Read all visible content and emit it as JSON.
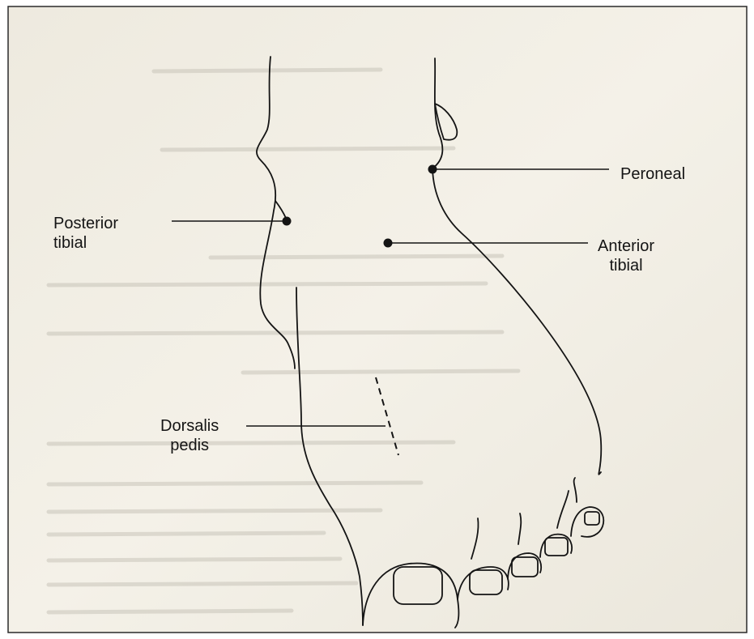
{
  "figure": {
    "background": "#f3f0e6",
    "ink": "#141414",
    "labels": {
      "peroneal": "Peroneal",
      "posterior_tibial": [
        "Posterior",
        "tibial"
      ],
      "anterior_tibial": [
        "Anterior",
        "tibial"
      ],
      "dorsalis_pedis": [
        "Dorsalis",
        "pedis"
      ]
    }
  }
}
